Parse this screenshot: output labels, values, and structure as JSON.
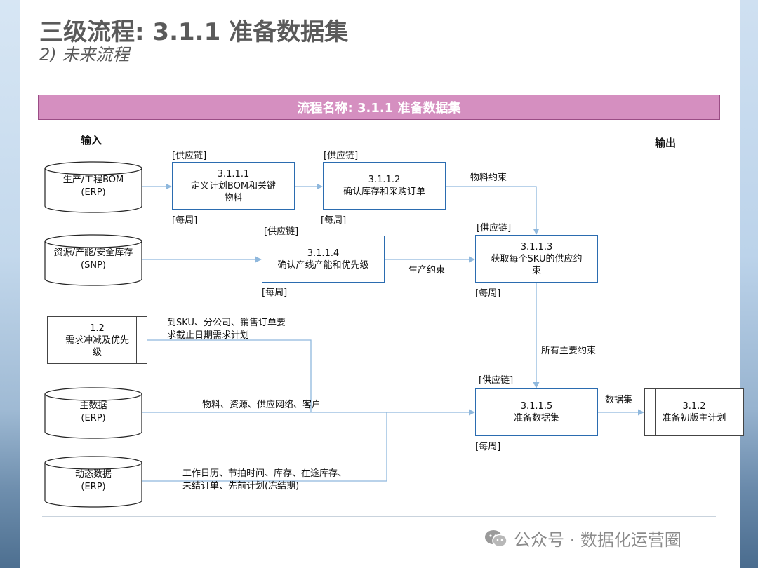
{
  "title": "三级流程: 3.1.1 准备数据集",
  "subtitle": "2) 未来流程",
  "banner": "流程名称: 3.1.1 准备数据集",
  "headings": {
    "input": "输入",
    "output": "输出"
  },
  "inputs": [
    {
      "line1": "生产/工程BOM",
      "line2": "(ERP)"
    },
    {
      "line1": "资源/产能/安全库存",
      "line2": "(SNP)"
    },
    {
      "line1": "主数据",
      "line2": "(ERP)"
    },
    {
      "line1": "动态数据",
      "line2": "(ERP)"
    }
  ],
  "demand": {
    "id": "1.2",
    "line1": "需求冲减及优先",
    "line2": "级"
  },
  "steps": {
    "s1111": {
      "id": "3.1.1.1",
      "line1": "定义计划BOM和关键",
      "line2": "物料",
      "role": "[供应链]",
      "freq": "[每周]"
    },
    "s1112": {
      "id": "3.1.1.2",
      "line1": "确认库存和采购订单",
      "role": "[供应链]",
      "freq": "[每周]"
    },
    "s1114": {
      "id": "3.1.1.4",
      "line1": "确认产线产能和优先级",
      "role": "[供应链]",
      "freq": "[每周]"
    },
    "s1113": {
      "id": "3.1.1.3",
      "line1": "获取每个SKU的供应约",
      "line2": "束",
      "role": "[供应链]",
      "freq": "[每周]"
    },
    "s1115": {
      "id": "3.1.1.5",
      "line1": "准备数据集",
      "role": "[供应链]",
      "freq": "[每周]"
    }
  },
  "output": {
    "id": "3.1.2",
    "line1": "准备初版主计划"
  },
  "labels": {
    "material_constraint": "物料约束",
    "production_constraint": "生产约束",
    "all_constraints": "所有主要约束",
    "sku_line1": "到SKU、分公司、销售订单要",
    "sku_line2": "求截止日期需求计划",
    "master_flow": "物料、资源、供应网络、客户",
    "dynamic_line1": "工作日历、节拍时间、库存、在途库存、",
    "dynamic_line2": "未结订单、先前计划(冻结期)",
    "dataset": "数据集"
  },
  "watermark": "公众号 · 数据化运营圈",
  "colors": {
    "banner": "#d58fc0",
    "box_border": "#2b6cb0",
    "arrow": "#8fb8dd"
  }
}
